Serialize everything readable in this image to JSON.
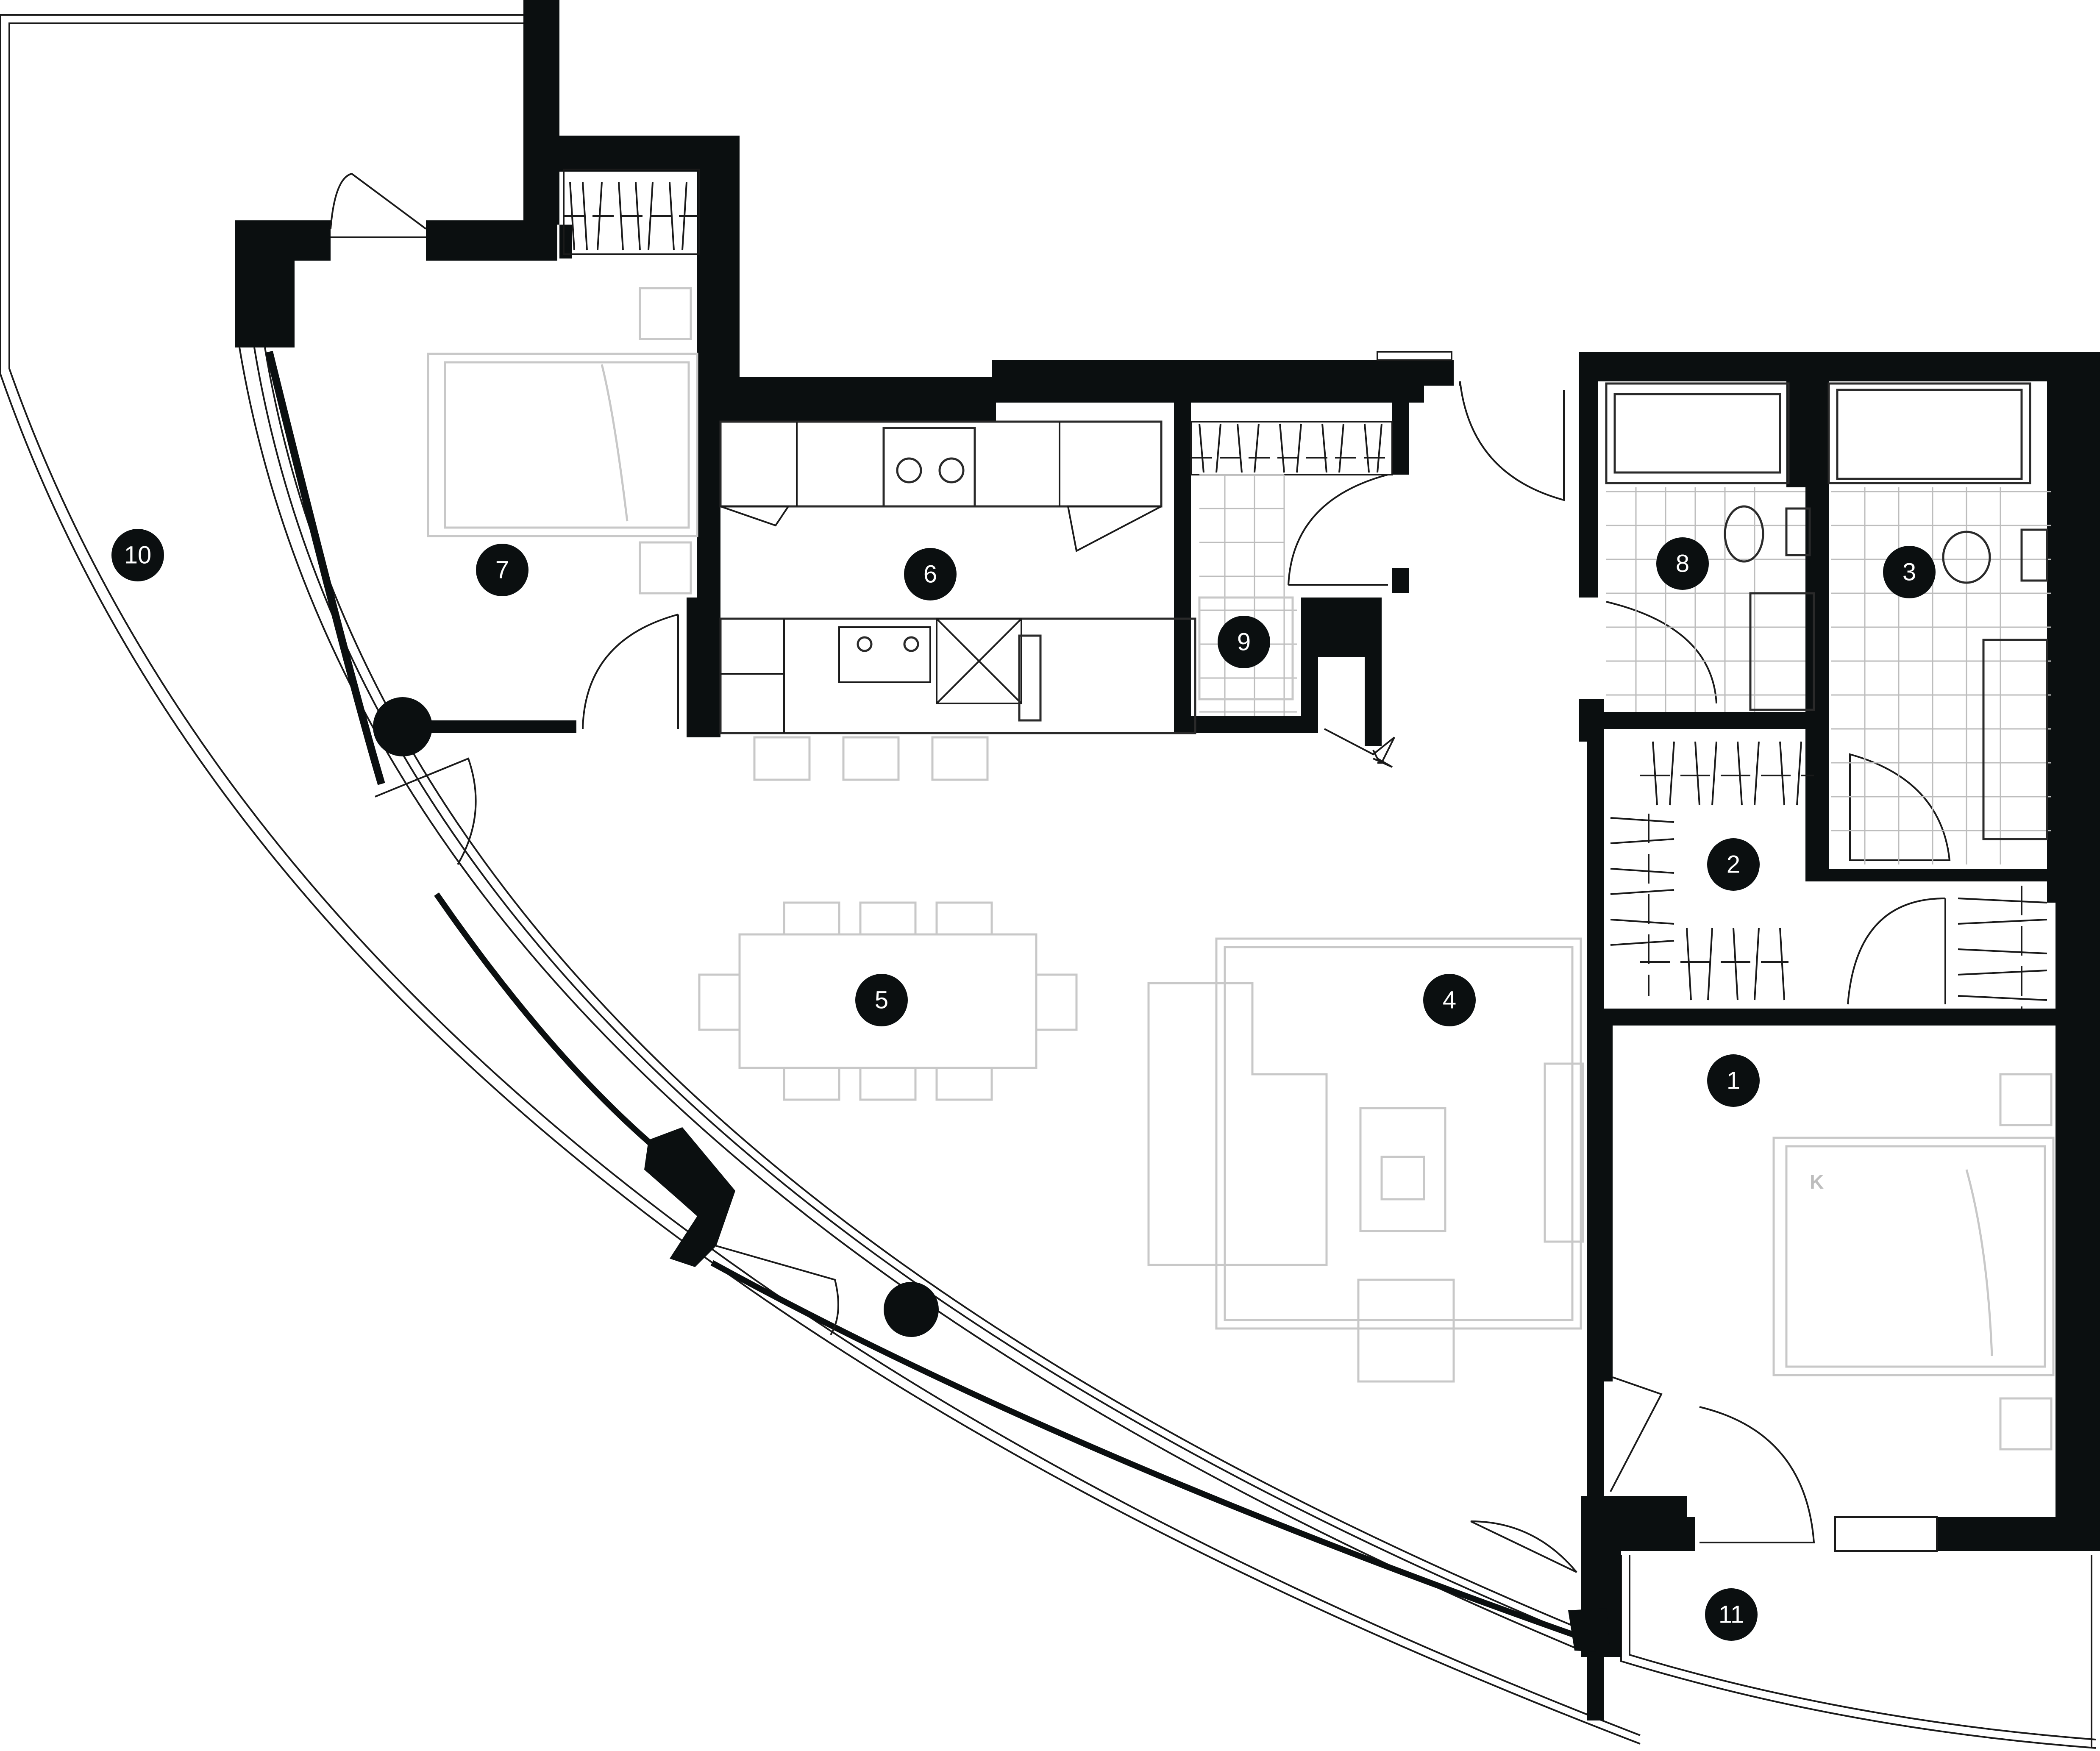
{
  "rooms": [
    {
      "id": "room-1",
      "label": "1"
    },
    {
      "id": "room-2",
      "label": "2"
    },
    {
      "id": "room-3",
      "label": "3"
    },
    {
      "id": "room-4",
      "label": "4"
    },
    {
      "id": "room-5",
      "label": "5"
    },
    {
      "id": "room-6",
      "label": "6"
    },
    {
      "id": "room-7",
      "label": "7"
    },
    {
      "id": "room-8",
      "label": "8"
    },
    {
      "id": "room-9",
      "label": "9"
    },
    {
      "id": "room-10",
      "label": "10"
    },
    {
      "id": "room-11",
      "label": "11"
    }
  ],
  "bed_marks": {
    "master_bed": "K"
  }
}
